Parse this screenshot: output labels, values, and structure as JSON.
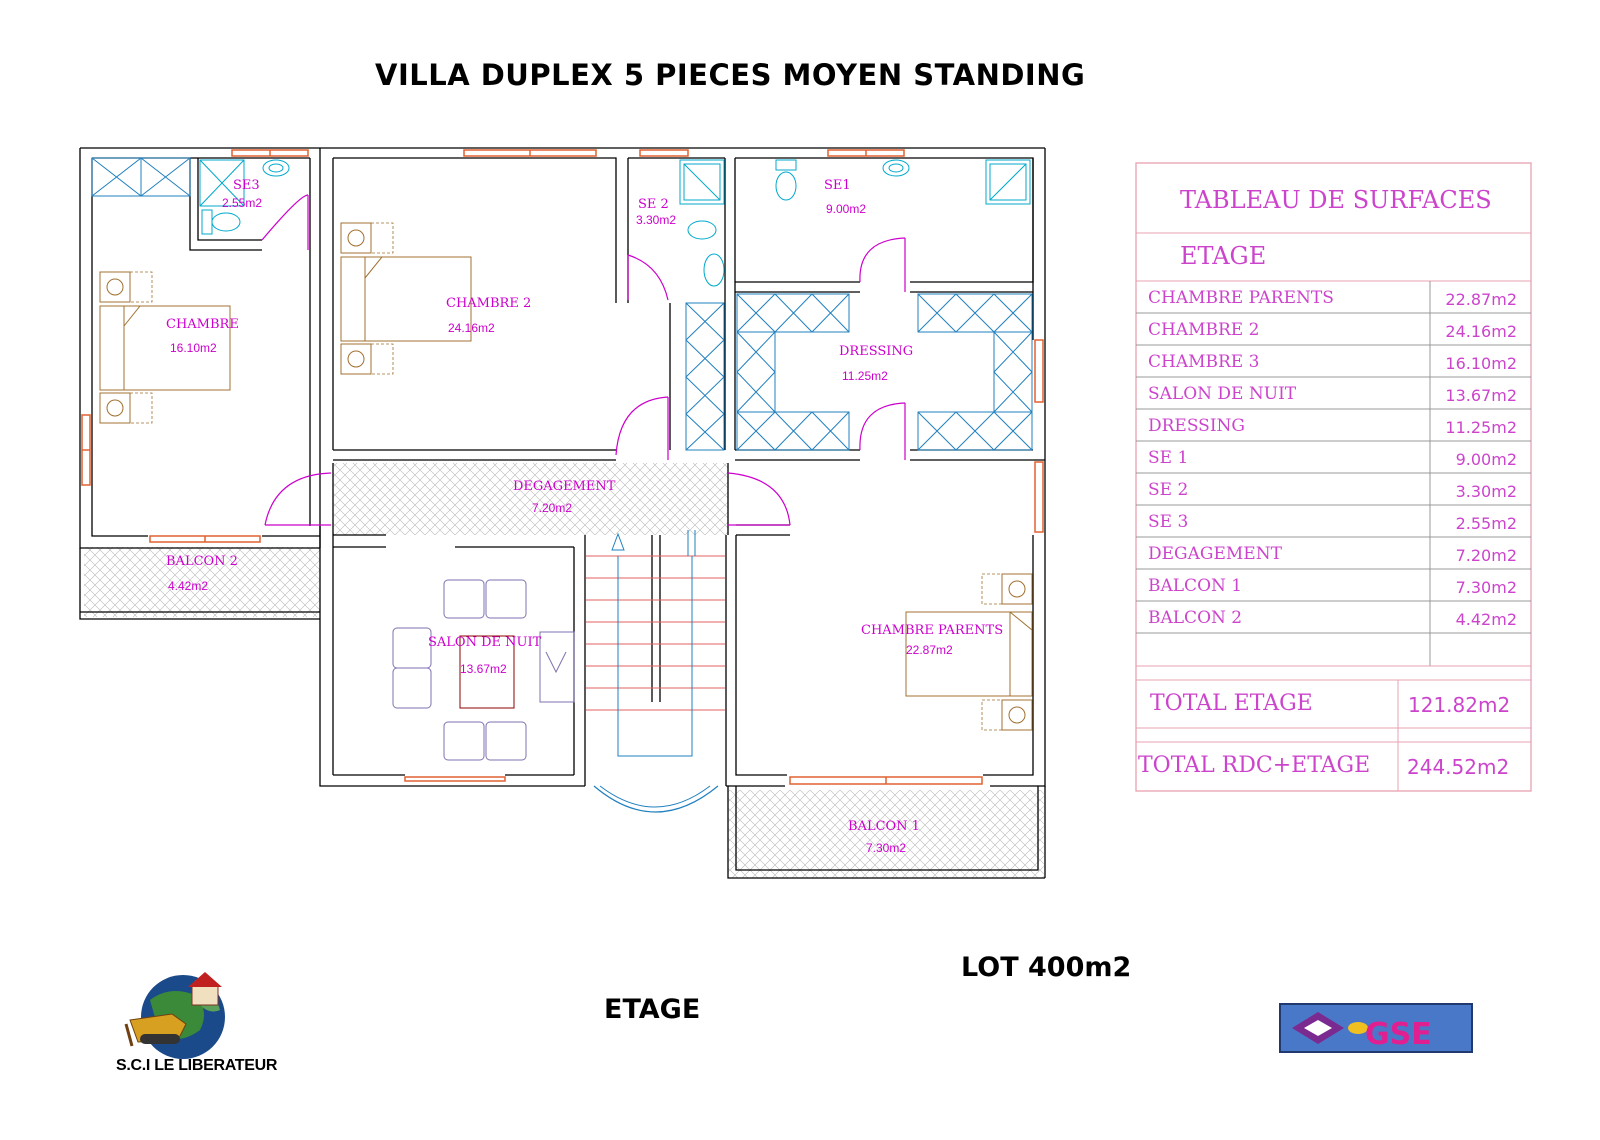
{
  "title": "VILLA DUPLEX 5 PIECES MOYEN STANDING",
  "lot_label": "LOT 400m2",
  "level_label": "ETAGE",
  "company_name": "S.C.I LE LIBERATEUR",
  "brand_logo_text": "GSE",
  "colors": {
    "label": "#cc00cc",
    "wall": "#000000",
    "window": "#e06030",
    "furniture": "#a07030",
    "sanitary": "#00aacc",
    "wardrobe": "#2080c0",
    "sofa": "#8070b0",
    "table_border": "#e8a0c8"
  },
  "rooms": [
    {
      "id": "se3",
      "name": "SE3",
      "area": "2.55m2"
    },
    {
      "id": "chambre",
      "name": "CHAMBRE",
      "area": "16.10m2"
    },
    {
      "id": "chambre2",
      "name": "CHAMBRE 2",
      "area": "24.16m2"
    },
    {
      "id": "se2",
      "name": "SE 2",
      "area": "3.30m2"
    },
    {
      "id": "se1",
      "name": "SE1",
      "area": "9.00m2"
    },
    {
      "id": "dressing",
      "name": "DRESSING",
      "area": "11.25m2"
    },
    {
      "id": "degagement",
      "name": "DEGAGEMENT",
      "area": "7.20m2"
    },
    {
      "id": "balcon2",
      "name": "BALCON 2",
      "area": "4.42m2"
    },
    {
      "id": "salon",
      "name": "SALON DE NUIT",
      "area": "13.67m2"
    },
    {
      "id": "chambre_parents",
      "name": "CHAMBRE PARENTS",
      "area": "22.87m2"
    },
    {
      "id": "balcon1",
      "name": "BALCON 1",
      "area": "7.30m2"
    }
  ],
  "surface_table": {
    "title": "TABLEAU  DE  SURFACES",
    "subtitle": "ETAGE",
    "rows": [
      {
        "label": "CHAMBRE  PARENTS",
        "value": "22.87m2"
      },
      {
        "label": "CHAMBRE  2",
        "value": "24.16m2"
      },
      {
        "label": "CHAMBRE  3",
        "value": "16.10m2"
      },
      {
        "label": "SALON  DE  NUIT",
        "value": "13.67m2"
      },
      {
        "label": "DRESSING",
        "value": "11.25m2"
      },
      {
        "label": "SE  1",
        "value": "9.00m2"
      },
      {
        "label": "SE  2",
        "value": "3.30m2"
      },
      {
        "label": "SE  3",
        "value": "2.55m2"
      },
      {
        "label": "DEGAGEMENT",
        "value": "7.20m2"
      },
      {
        "label": "BALCON  1",
        "value": "7.30m2"
      },
      {
        "label": "BALCON  2",
        "value": "4.42m2"
      }
    ],
    "totals": [
      {
        "label": "TOTAL  ETAGE",
        "value": "121.82m2"
      },
      {
        "label": "TOTAL  RDC+ETAGE",
        "value": "244.52m2"
      }
    ]
  }
}
